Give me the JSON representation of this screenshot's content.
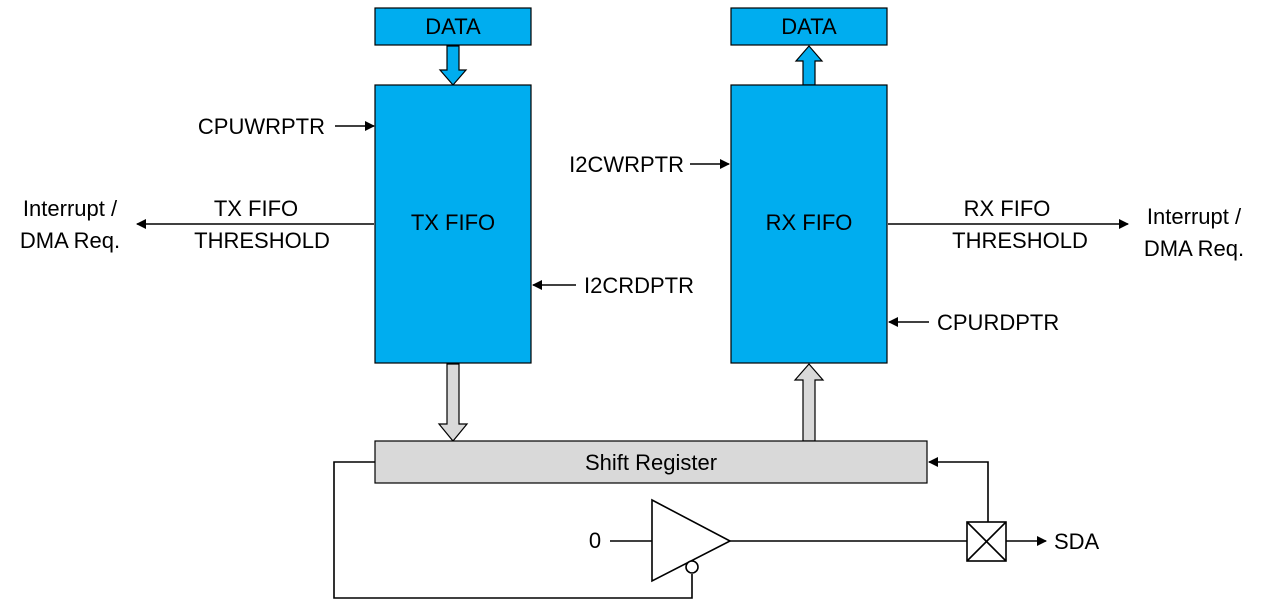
{
  "tx_fifo": {
    "data_label": "DATA",
    "block_label": "TX FIFO",
    "write_pointer": "CPUWRPTR",
    "read_pointer": "I2CRDPTR",
    "threshold_line1": "TX FIFO",
    "threshold_line2": "THRESHOLD",
    "interrupt_line1": "Interrupt /",
    "interrupt_line2": "DMA Req."
  },
  "rx_fifo": {
    "data_label": "DATA",
    "block_label": "RX FIFO",
    "write_pointer": "I2CWRPTR",
    "read_pointer": "CPURDPTR",
    "threshold_line1": "RX FIFO",
    "threshold_line2": "THRESHOLD",
    "interrupt_line1": "Interrupt /",
    "interrupt_line2": "DMA Req."
  },
  "shift_register": {
    "label": "Shift Register"
  },
  "buffer": {
    "input_label": "0"
  },
  "output": {
    "pin_label": "SDA"
  },
  "colors": {
    "fifo_fill": "#00adef",
    "register_fill": "#d9d9d9",
    "line": "#000000"
  }
}
